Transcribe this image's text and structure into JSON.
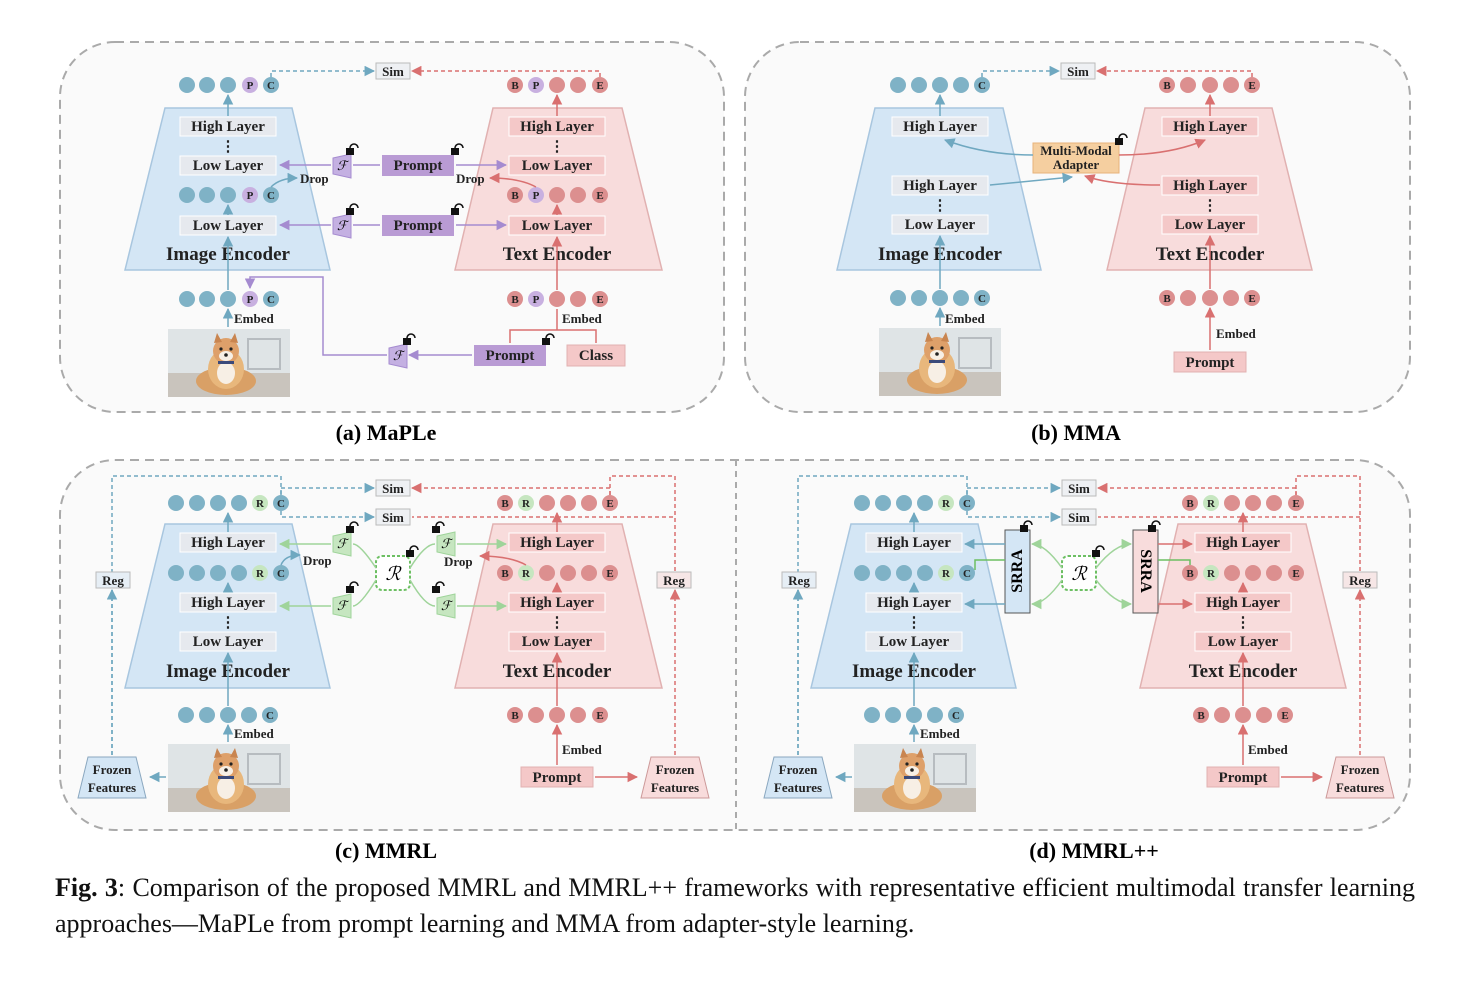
{
  "colors": {
    "image_blue": "#d4e6f5",
    "text_pink": "#f8dcdc",
    "prompt_purple": "#b99bd4",
    "adapter_orange": "#f5cfa0",
    "token_blue": "#7fb2c6",
    "token_red": "#dc8f8f",
    "token_purple": "#c8b0e0",
    "token_green": "#c6e6c0"
  },
  "labels": {
    "high_layer": "High Layer",
    "low_layer": "Low Layer",
    "image_encoder": "Image Encoder",
    "text_encoder": "Text Encoder",
    "embed": "Embed",
    "drop": "Drop",
    "sim": "Sim",
    "reg": "Reg",
    "prompt": "Prompt",
    "class": "Class",
    "frozen": "Frozen",
    "features": "Features",
    "mm_adapter_1": "Multi-Modal",
    "mm_adapter_2": "Adapter",
    "srra": "SRRA",
    "f_symbol": "ℱ",
    "r_symbol": "ℛ",
    "ellipsis": "⋮"
  },
  "tokens": {
    "P": "P",
    "C": "C",
    "B": "B",
    "E": "E",
    "R": "R"
  },
  "panels": {
    "a": "(a) MaPLe",
    "b": "(b) MMA",
    "c": "(c) MMRL",
    "d": "(d) MMRL++"
  },
  "caption": {
    "fig_label": "Fig. 3",
    "text": ": Comparison of the proposed MMRL and MMRL++ frameworks with representative efficient multimodal transfer learning approaches—MaPLe from prompt learning and MMA from adapter-style learning."
  }
}
